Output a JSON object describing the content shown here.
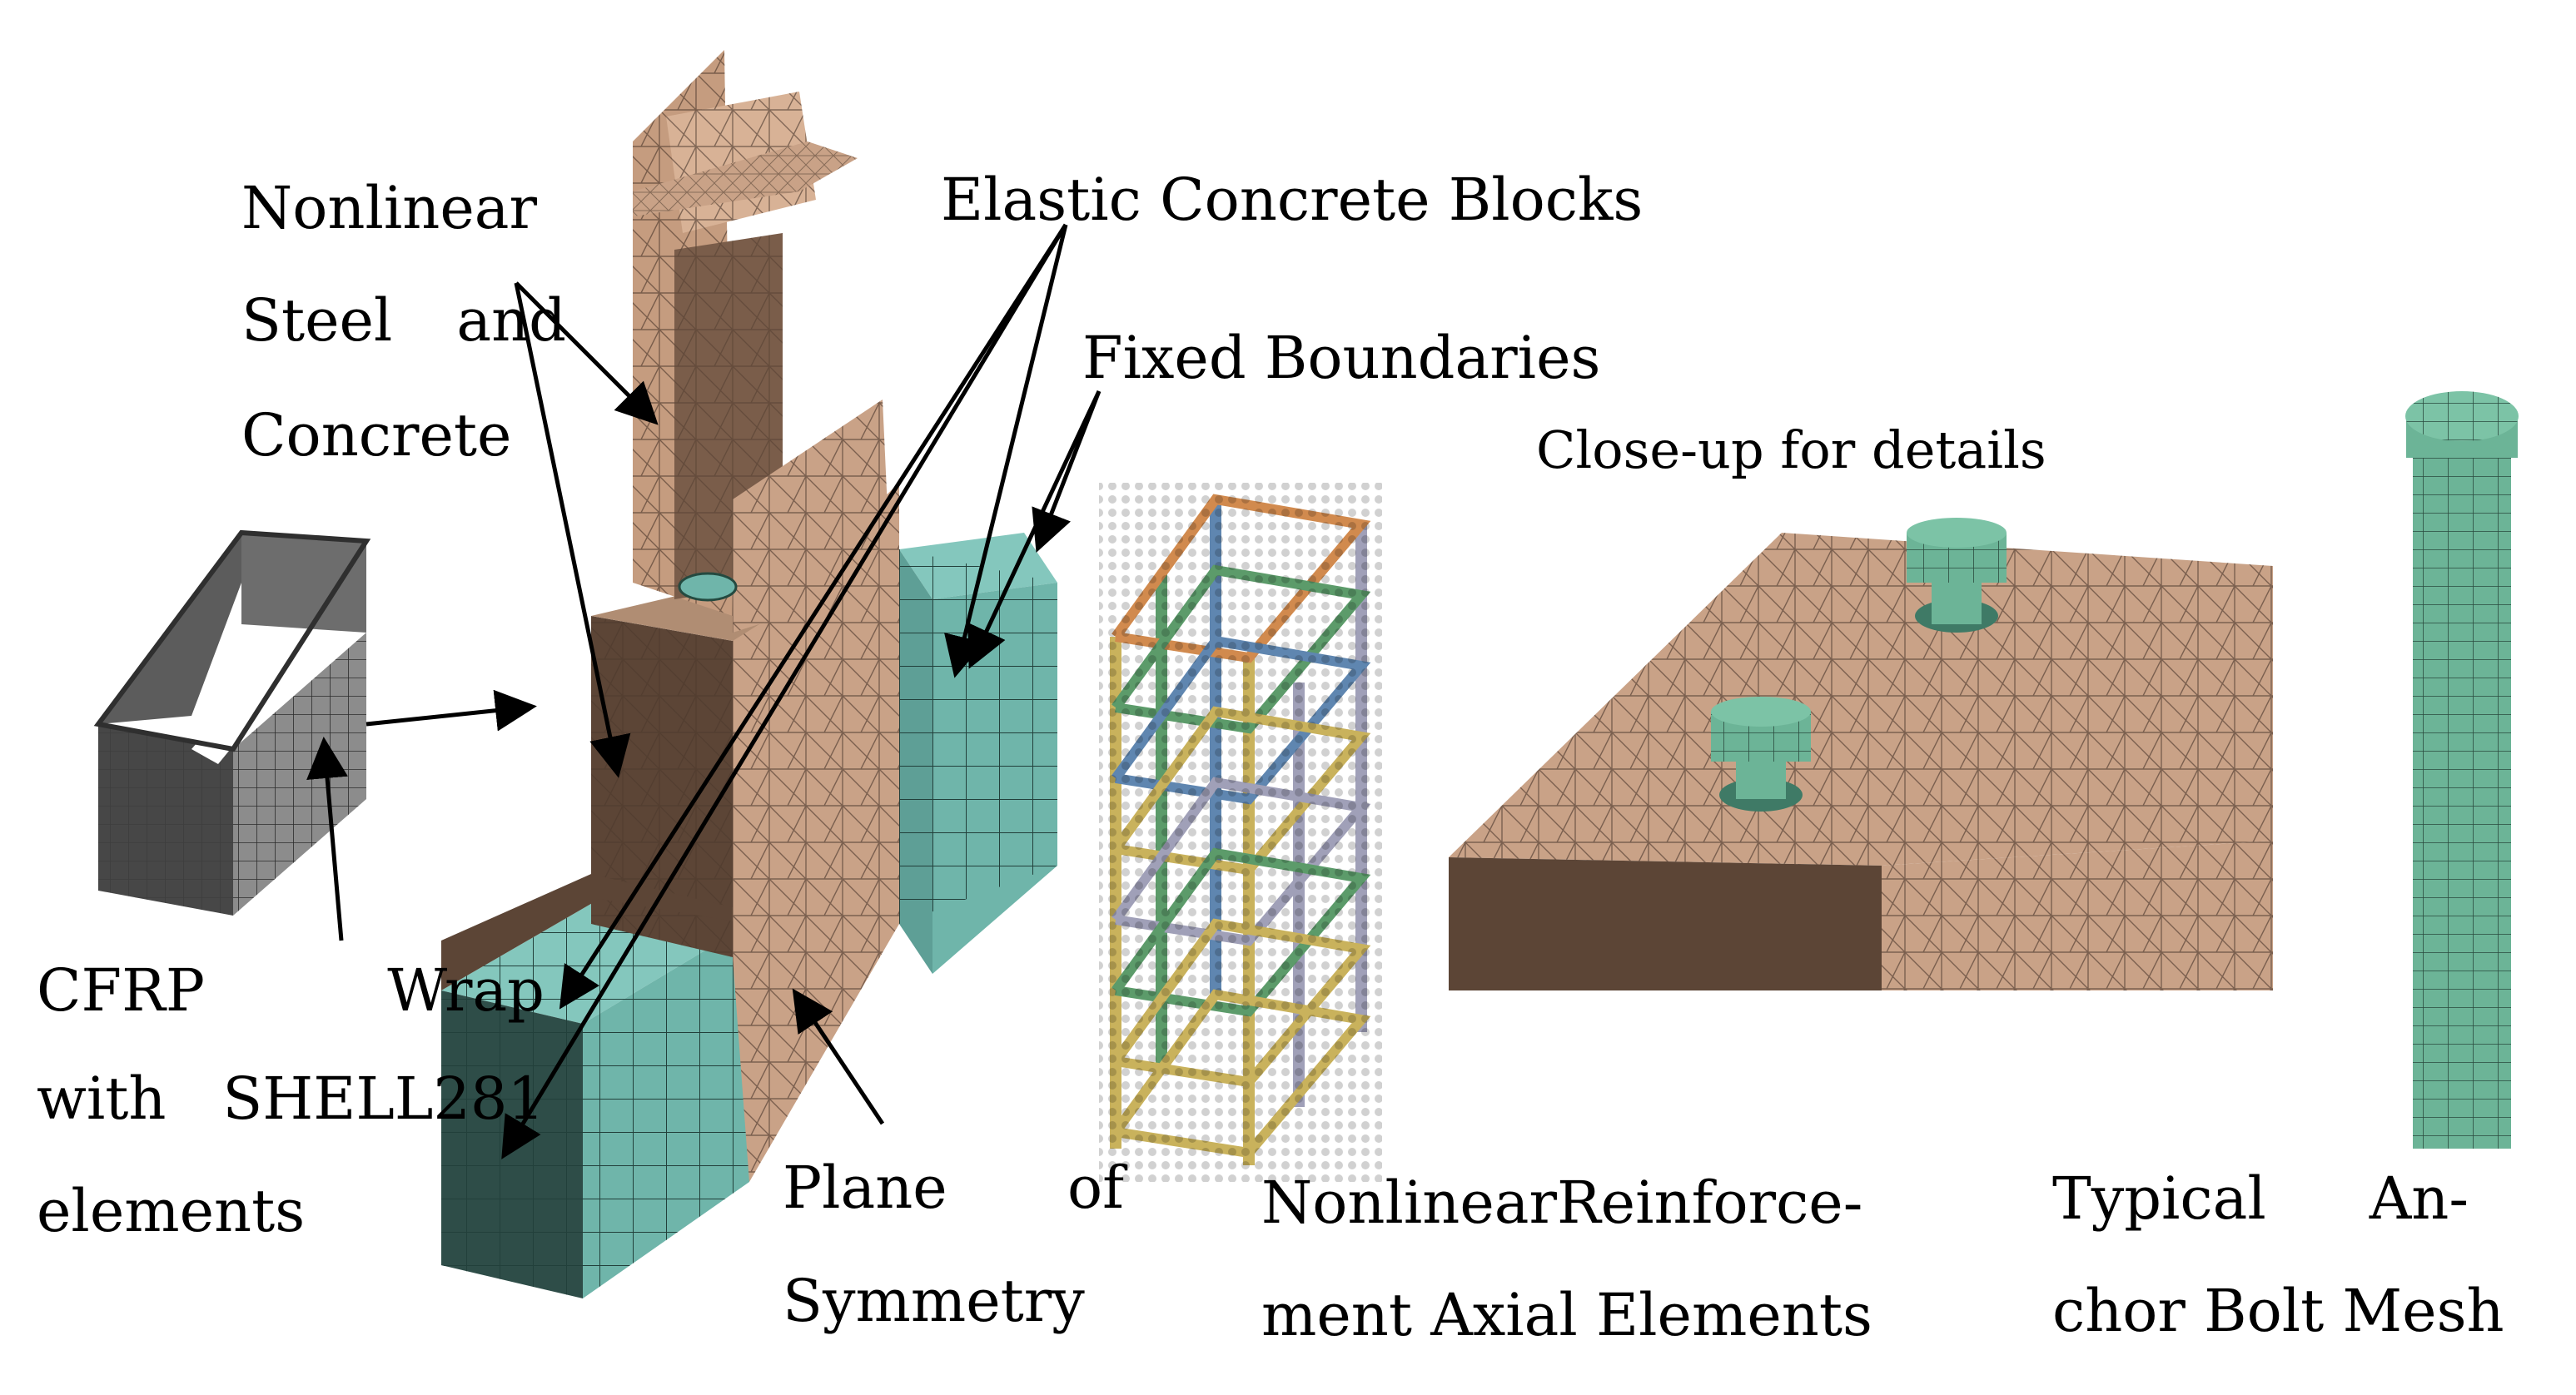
{
  "labels": {
    "nonlinear_steel": [
      "Nonlinear",
      "Steel",
      "and",
      "Concrete"
    ],
    "elastic_blocks": "Elastic Concrete Blocks",
    "fixed_boundaries": "Fixed Boundaries",
    "closeup": "Close-up for details",
    "cfrp": [
      "CFRP",
      "Wrap",
      "with",
      "SHELL281",
      "elements"
    ],
    "plane": [
      "Plane",
      "of",
      "Symmetry"
    ],
    "reinforcement": [
      "Nonlinear",
      "Reinforce-",
      "ment Axial Elements"
    ],
    "anchor": [
      "Typical",
      "An-",
      "chor Bolt Mesh"
    ]
  },
  "colors": {
    "nonlinear_material": "#c9a287",
    "nonlinear_dark": "#5c4536",
    "elastic_block": "#6fb5aa",
    "elastic_dark": "#2e4d48",
    "cfrp": "#8c8c8c",
    "cfrp_dark": "#3e3e3e",
    "bolt": "#6cb497",
    "rebar_colors": [
      "#c9b25c",
      "#d18a4e",
      "#5c9b6a",
      "#5f86b0",
      "#a0a0b8"
    ],
    "mesh_line": "#333333"
  },
  "icons": [
    "arrow-icon"
  ]
}
